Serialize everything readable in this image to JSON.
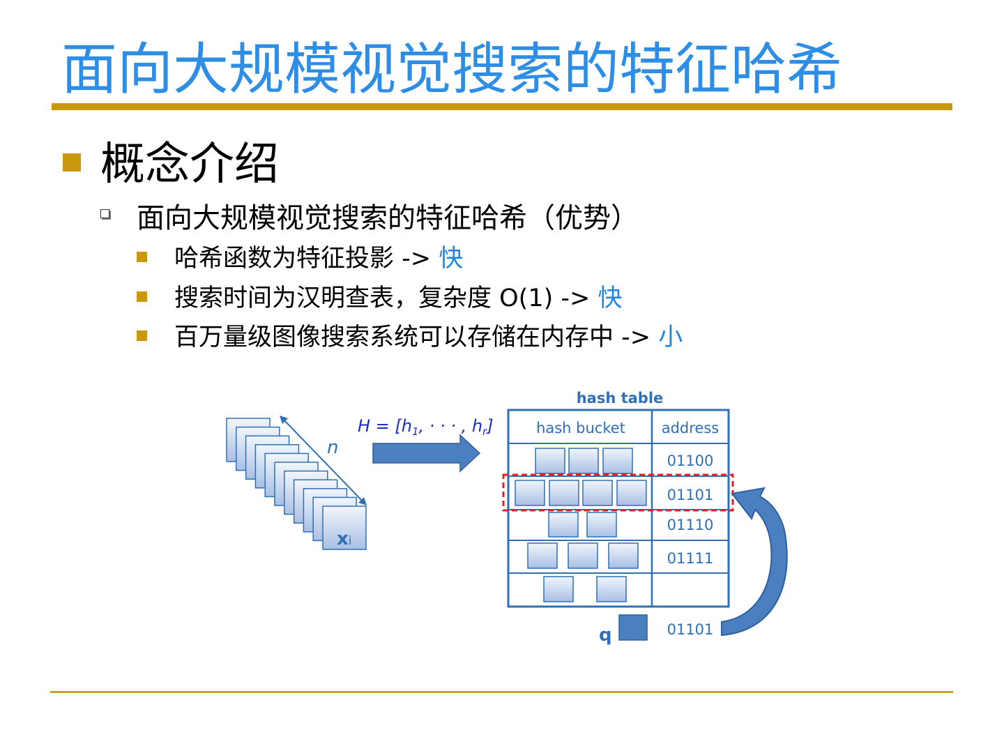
{
  "slide": {
    "title": "面向大规模视觉搜索的特征哈希",
    "bullet_l1": "概念介绍",
    "bullet_l2": "面向大规模视觉搜索的特征哈希（优势）",
    "items": [
      {
        "text": "哈希函数为特征投影 -> ",
        "highlight": "快"
      },
      {
        "text": "搜索时间为汉明查表，复杂度 O(1) -> ",
        "highlight": "快"
      },
      {
        "text": "百万量级图像搜索系统可以存储在内存中  ->  ",
        "highlight": "小"
      }
    ],
    "colors": {
      "title": "#2e8ee6",
      "accent": "#c9980f",
      "highlight": "#1f86e0",
      "diagram_blue": "#2f6fb6"
    }
  },
  "diagram": {
    "n_label": "n",
    "x_label": "x",
    "x_sub": "i",
    "hash_func_H": "H = [h",
    "hash_func_sub1": "1",
    "hash_func_mid": ", · · · , h",
    "hash_func_subr": "r",
    "hash_func_end": "]",
    "table_title": "hash table",
    "col_bucket": "hash bucket",
    "col_address": "address",
    "rows": [
      {
        "address": "01100",
        "buckets": 3
      },
      {
        "address": "01101",
        "buckets": 4,
        "highlighted": true
      },
      {
        "address": "01110",
        "buckets": 2
      },
      {
        "address": "01111",
        "buckets": 3
      },
      {
        "address": "",
        "buckets": 2
      }
    ],
    "query_label": "q",
    "query_address": "01101"
  }
}
